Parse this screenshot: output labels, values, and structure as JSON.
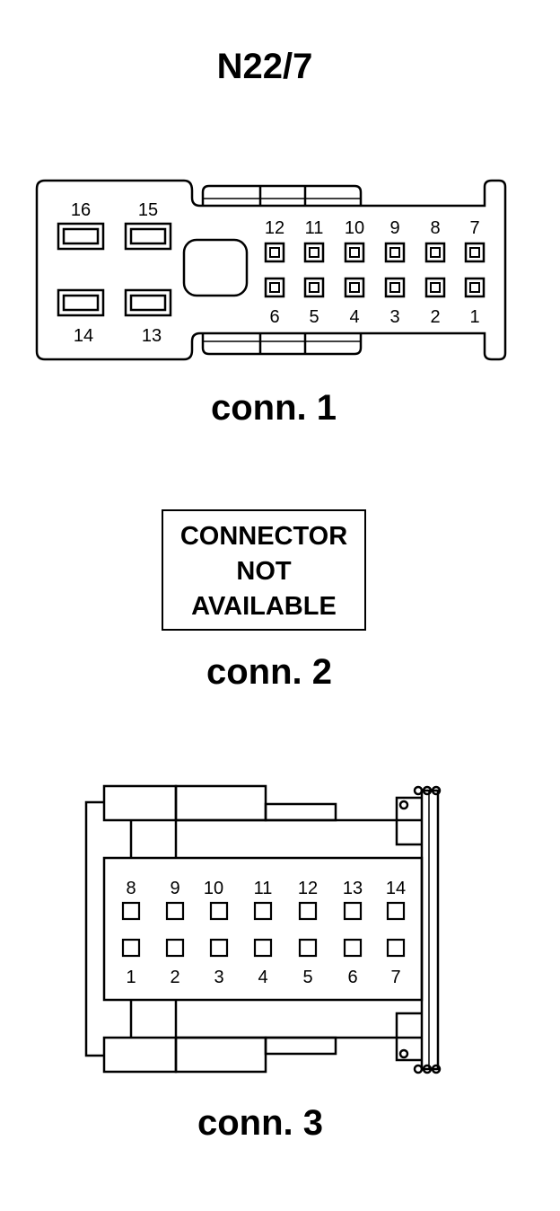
{
  "title": "N22/7",
  "connectors": [
    {
      "caption": "conn. 1",
      "large_pins_top": [
        "16",
        "15"
      ],
      "large_pins_bottom": [
        "14",
        "13"
      ],
      "small_pins_top": [
        "12",
        "11",
        "10",
        "9",
        "8",
        "7"
      ],
      "small_pins_bottom": [
        "6",
        "5",
        "4",
        "3",
        "2",
        "1"
      ]
    },
    {
      "caption": "conn. 2",
      "not_available_lines": [
        "CONNECTOR",
        "NOT",
        "AVAILABLE"
      ]
    },
    {
      "caption": "conn. 3",
      "pins_top": [
        "8",
        "9",
        "10",
        "11",
        "12",
        "13",
        "14"
      ],
      "pins_bottom": [
        "1",
        "2",
        "3",
        "4",
        "5",
        "6",
        "7"
      ]
    }
  ]
}
